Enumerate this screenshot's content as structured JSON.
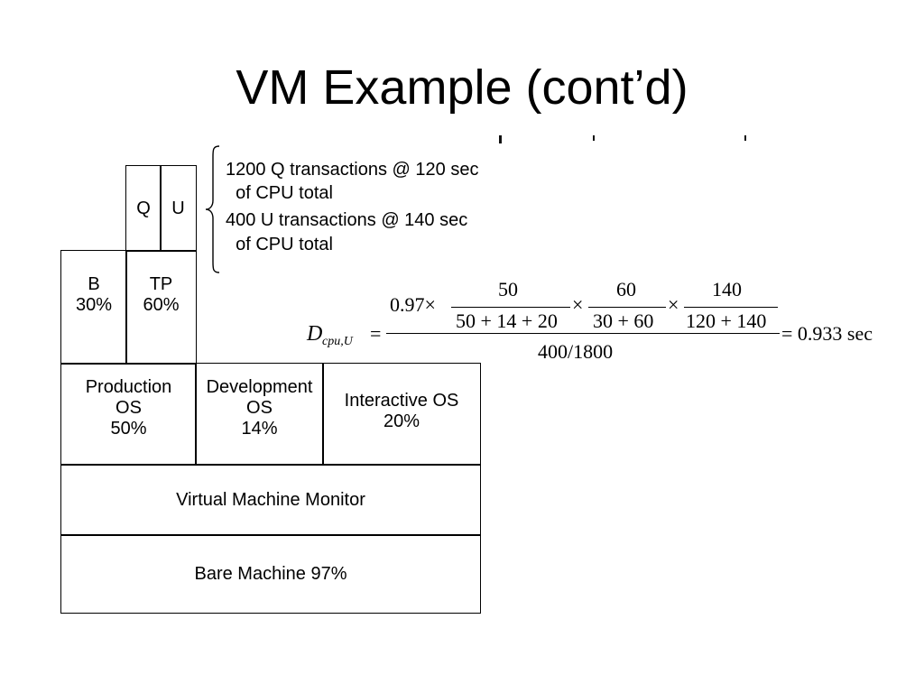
{
  "slide": {
    "title": "VM Example (cont’d)"
  },
  "diagram": {
    "q": "Q",
    "u": "U",
    "b": [
      "B",
      "30%"
    ],
    "tp": [
      "TP",
      "60%"
    ],
    "production": [
      "Production",
      "OS",
      "50%"
    ],
    "development": [
      "Development",
      "OS",
      "14%"
    ],
    "interactive": [
      "Interactive OS",
      "20%"
    ],
    "vmm": "Virtual Machine Monitor",
    "bare": "Bare Machine 97%"
  },
  "annotation": {
    "line1": "1200 Q transactions @ 120 sec",
    "line2": "  of CPU total",
    "line3": "400 U transactions @ 140 sec",
    "line4": "  of CPU total"
  },
  "formula": {
    "lhs_d": "D",
    "lhs_sub": "cpu,U",
    "eq": "=",
    "coef": "0.97×",
    "f1_num": "50",
    "f1_den": "50 + 14 + 20",
    "times1": "×",
    "f2_num": "60",
    "f2_den": "30 + 60",
    "times2": "×",
    "f3_num": "140",
    "f3_den": "120 + 140",
    "den": "400/1800",
    "result": "= 0.933 sec"
  }
}
